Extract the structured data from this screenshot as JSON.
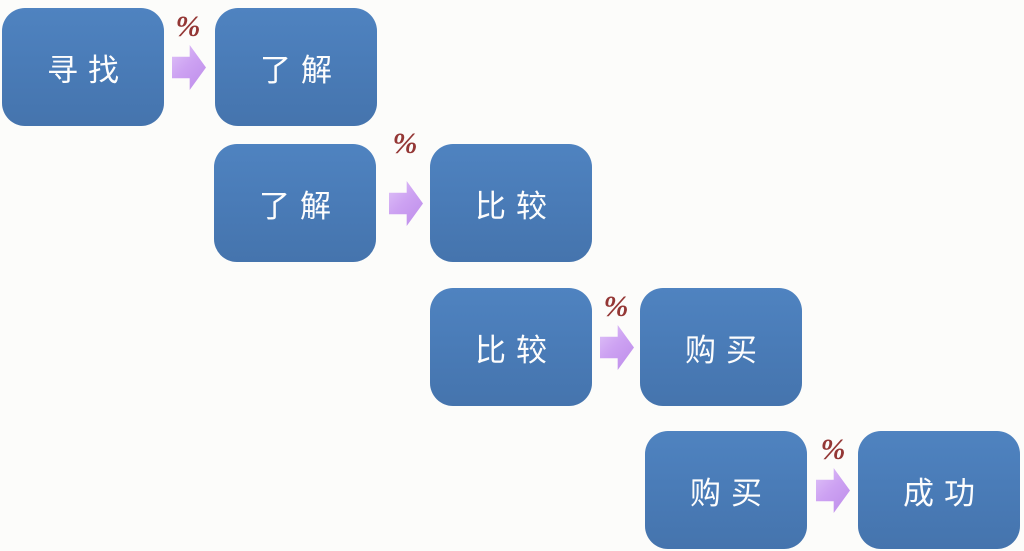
{
  "diagram": {
    "title": "purchase-funnel-process-flow",
    "type": "staircase-process-diagram",
    "steps": [
      {
        "from": "寻找",
        "to": "了解",
        "rate_label": "%"
      },
      {
        "from": "了解",
        "to": "比较",
        "rate_label": "%"
      },
      {
        "from": "比较",
        "to": "购买",
        "rate_label": "%"
      },
      {
        "from": "购买",
        "to": "成功",
        "rate_label": "%"
      }
    ]
  },
  "icons": {
    "connector": "block-arrow-right"
  },
  "colors": {
    "box_fill": "#4a7cb8",
    "box_text": "#fdfdfd",
    "arrow_fill": "#cda2f2",
    "rate_label_text": "#943735",
    "background": "#fcfcfa"
  }
}
